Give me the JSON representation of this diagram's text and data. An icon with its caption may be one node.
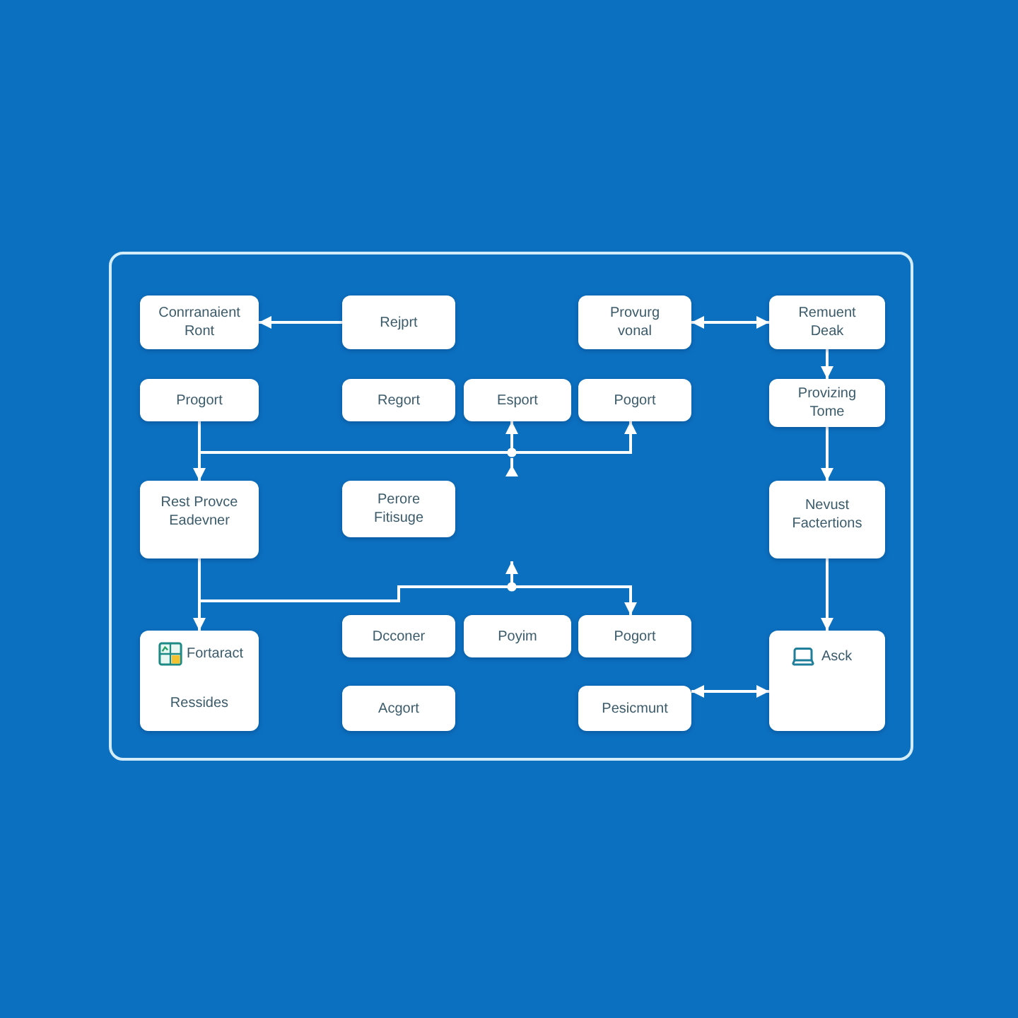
{
  "diagram": {
    "nodes": [
      {
        "text": [],
        "shape": "box"
      },
      {
        "text": [
          "Conrranaient Ront"
        ],
        "in": 0
      },
      {
        "text": [
          "Rejprt"
        ],
        "in": 0
      },
      {
        "text": [
          "Provurg vonal"
        ],
        "in": 0
      },
      {
        "text": [
          "Remuent Deak"
        ],
        "in": 0
      },
      {
        "text": [
          "Progort"
        ],
        "in": 0
      },
      {
        "text": [
          "Regort"
        ],
        "in": 0
      },
      {
        "text": [
          "Esport"
        ],
        "in": 0
      },
      {
        "text": [
          "Pogort"
        ],
        "in": 0
      },
      {
        "text": [
          "Provizing Tome"
        ],
        "in": 0
      },
      {
        "text": [
          "Rest Provce Eadevner"
        ],
        "in": 0
      },
      {
        "text": [
          "Perore Fitisuge"
        ],
        "in": 0
      },
      {
        "text": [
          "Nevust Factertions"
        ],
        "in": 0
      },
      {
        "text": [
          "Fortaract",
          "Ressides"
        ],
        "in": 0
      },
      {
        "text": [
          "Dcconer"
        ],
        "in": 0
      },
      {
        "text": [
          "Poyim"
        ],
        "in": 0
      },
      {
        "text": [
          "Pogort"
        ],
        "in": 0
      },
      {
        "text": [
          "Acgort"
        ],
        "in": 0
      },
      {
        "text": [
          "Pesicmunt"
        ],
        "in": 0
      },
      {
        "text": [
          "Asck"
        ],
        "in": 0
      }
    ],
    "edges": [
      {
        "from": 2,
        "to": 1,
        "arrow": "to"
      },
      {
        "from": 3,
        "to": 4,
        "arrow": "both"
      },
      {
        "from": 4,
        "to": 9,
        "arrow": "to"
      },
      {
        "from": 9,
        "to": 12,
        "arrow": "to"
      },
      {
        "from": 12,
        "to": 19,
        "arrow": "to"
      },
      {
        "from": 18,
        "to": 19,
        "arrow": "both"
      },
      {
        "from": 5,
        "to": 10,
        "arrow": "to"
      },
      {
        "from": 5,
        "to": 7,
        "arrow": "to"
      },
      {
        "from": 5,
        "to": 8,
        "arrow": "to"
      },
      {
        "from": 10,
        "to": 13,
        "arrow": "to"
      },
      {
        "from": 10,
        "to": 16,
        "arrow": "to"
      },
      {
        "from": 10,
        "to": null,
        "arrow": "to"
      }
    ]
  }
}
